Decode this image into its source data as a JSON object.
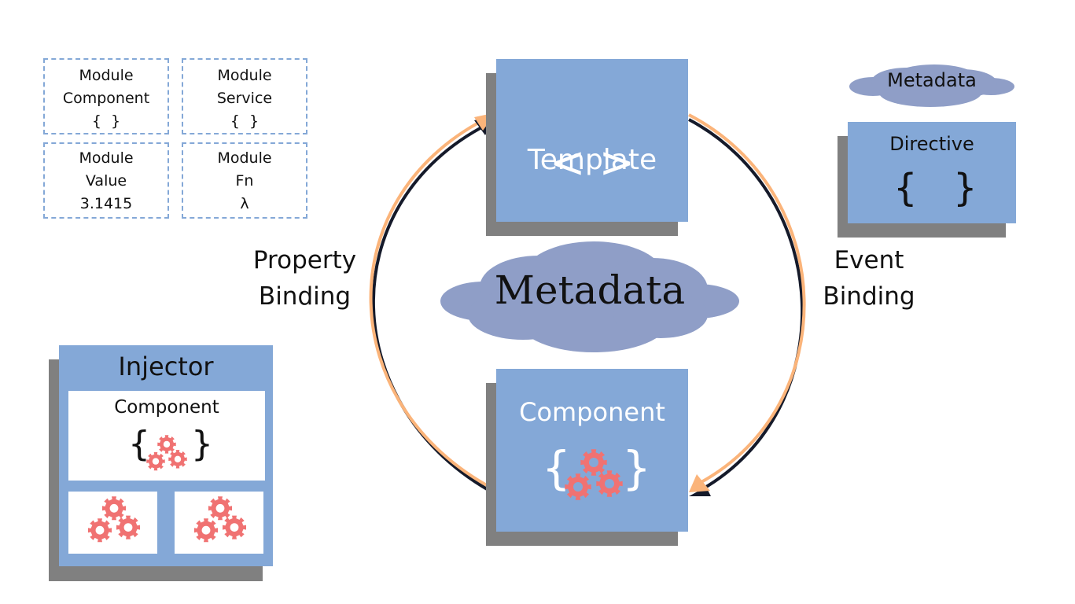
{
  "modules": [
    {
      "line1": "Module",
      "line2": "Component",
      "symbol": "{  }"
    },
    {
      "line1": "Module",
      "line2": "Service",
      "symbol": "{  }"
    },
    {
      "line1": "Module",
      "line2": "Value",
      "symbol": "3.1415"
    },
    {
      "line1": "Module",
      "line2": "Fn",
      "symbol": "λ"
    }
  ],
  "template_box": {
    "title": "Template",
    "symbol": "< >"
  },
  "component_box": {
    "title": "Component",
    "open_brace": "{",
    "close_brace": "}"
  },
  "center_cloud": {
    "label": "Metadata"
  },
  "property_binding": {
    "line1": "Property",
    "line2": "Binding"
  },
  "event_binding": {
    "line1": "Event",
    "line2": "Binding"
  },
  "legend_cloud": {
    "label": "Metadata"
  },
  "directive_box": {
    "title": "Directive",
    "open_brace": "{",
    "close_brace": "}"
  },
  "injector": {
    "title": "Injector",
    "component_label": "Component",
    "open_brace": "{",
    "close_brace": "}"
  },
  "colors": {
    "box_blue": "#84a8d7",
    "shadow_gray": "#808080",
    "cloud": "#8f9ec7",
    "arrow_orange": "#fbb47a",
    "arrow_dark": "#151a2a",
    "gear": "#f07272"
  }
}
